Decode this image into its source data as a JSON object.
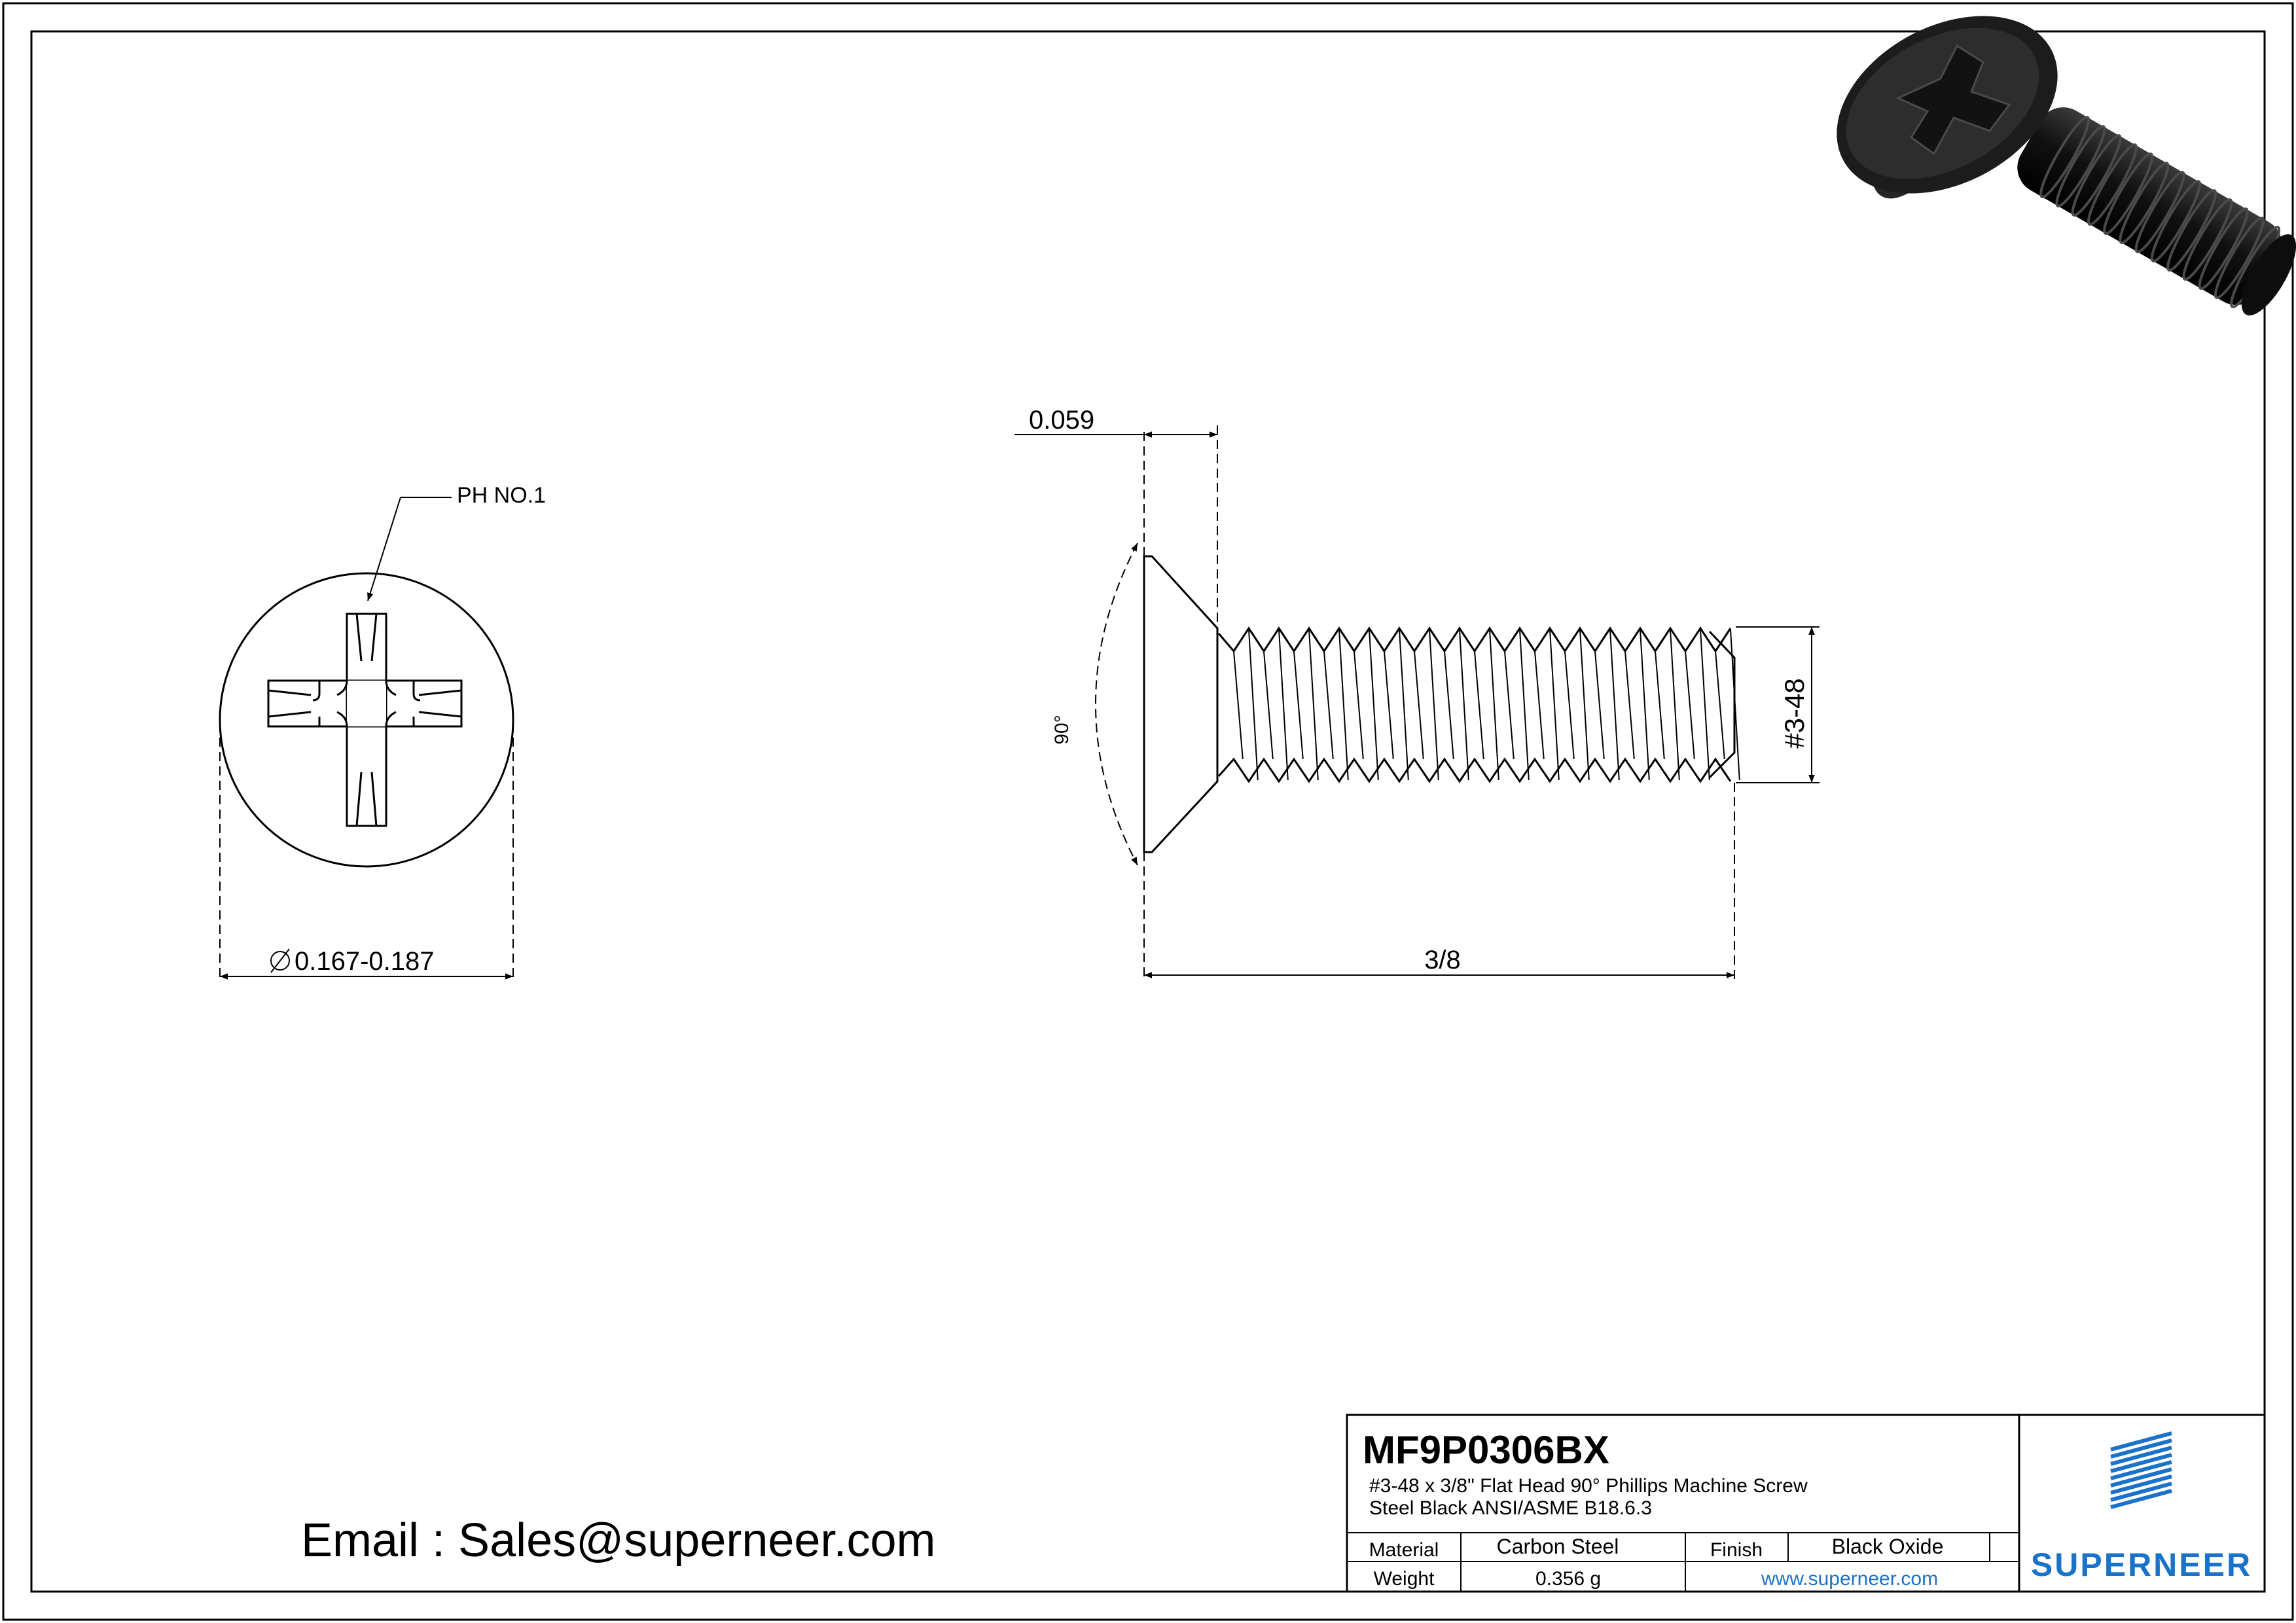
{
  "front_view": {
    "callout": "PH NO.1",
    "diameter": "0.167-0.187"
  },
  "side_view": {
    "head_height": "0.059",
    "angle": "90°",
    "thread": "#3-48",
    "length": "3/8"
  },
  "email": "Email : Sales@superneer.com",
  "title_block": {
    "part_number": "MF9P0306BX",
    "desc_line1": "#3-48 x 3/8\" Flat Head 90°  Phillips Machine Screw",
    "desc_line2": "Steel Black ANSI/ASME B18.6.3",
    "material_label": "Material",
    "material_value": "Carbon Steel",
    "finish_label": "Finish",
    "finish_value": "Black Oxide",
    "weight_label": "Weight",
    "weight_value": "0.356 g",
    "website": "www.superneer.com",
    "brand": "SUPERNEER",
    "brand_color": "#1a73c8"
  },
  "render": {
    "screw_color": "#1f1f1f",
    "icon": "screw-3d-render-icon"
  }
}
